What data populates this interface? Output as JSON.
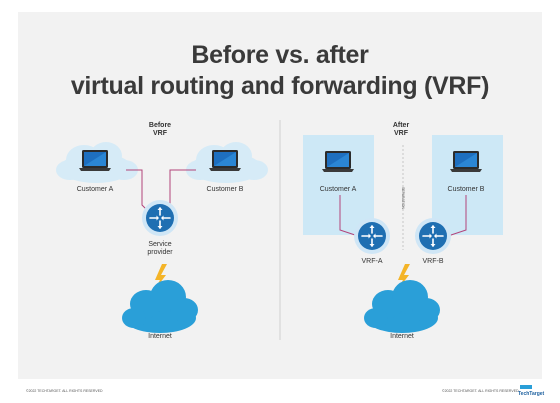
{
  "title_lines": [
    "Before vs. after",
    "virtual routing and forwarding (VRF)"
  ],
  "before": {
    "heading": [
      "Before",
      "VRF"
    ],
    "customer_a": "Customer A",
    "customer_b": "Customer B",
    "router_label": [
      "Service",
      "provider"
    ],
    "internet": "Internet"
  },
  "after": {
    "heading": [
      "After",
      "VRF"
    ],
    "customer_a": "Customer A",
    "customer_b": "Customer B",
    "vrf_a": "VRF-A",
    "vrf_b": "VRF-B",
    "separation": "SEPARATION",
    "internet": "Internet"
  },
  "footer": {
    "left": "©2022 TECHTARGET. ALL RIGHTS RESERVED",
    "right": "©2022 TECHTARGET. ALL RIGHTS RESERVED",
    "logo": "TechTarget"
  },
  "colors": {
    "cloud_light": "#d6ebf7",
    "cloud_internet": "#2a9fd8",
    "router": "#1f6fb2",
    "router_ring": "#cfe6f6",
    "link": "#b2447a",
    "bolt": "#f4b428",
    "vrf_zone": "#cde8f6",
    "laptop_frame": "#2b2b2b",
    "laptop_screen": "#1e6fbf"
  }
}
